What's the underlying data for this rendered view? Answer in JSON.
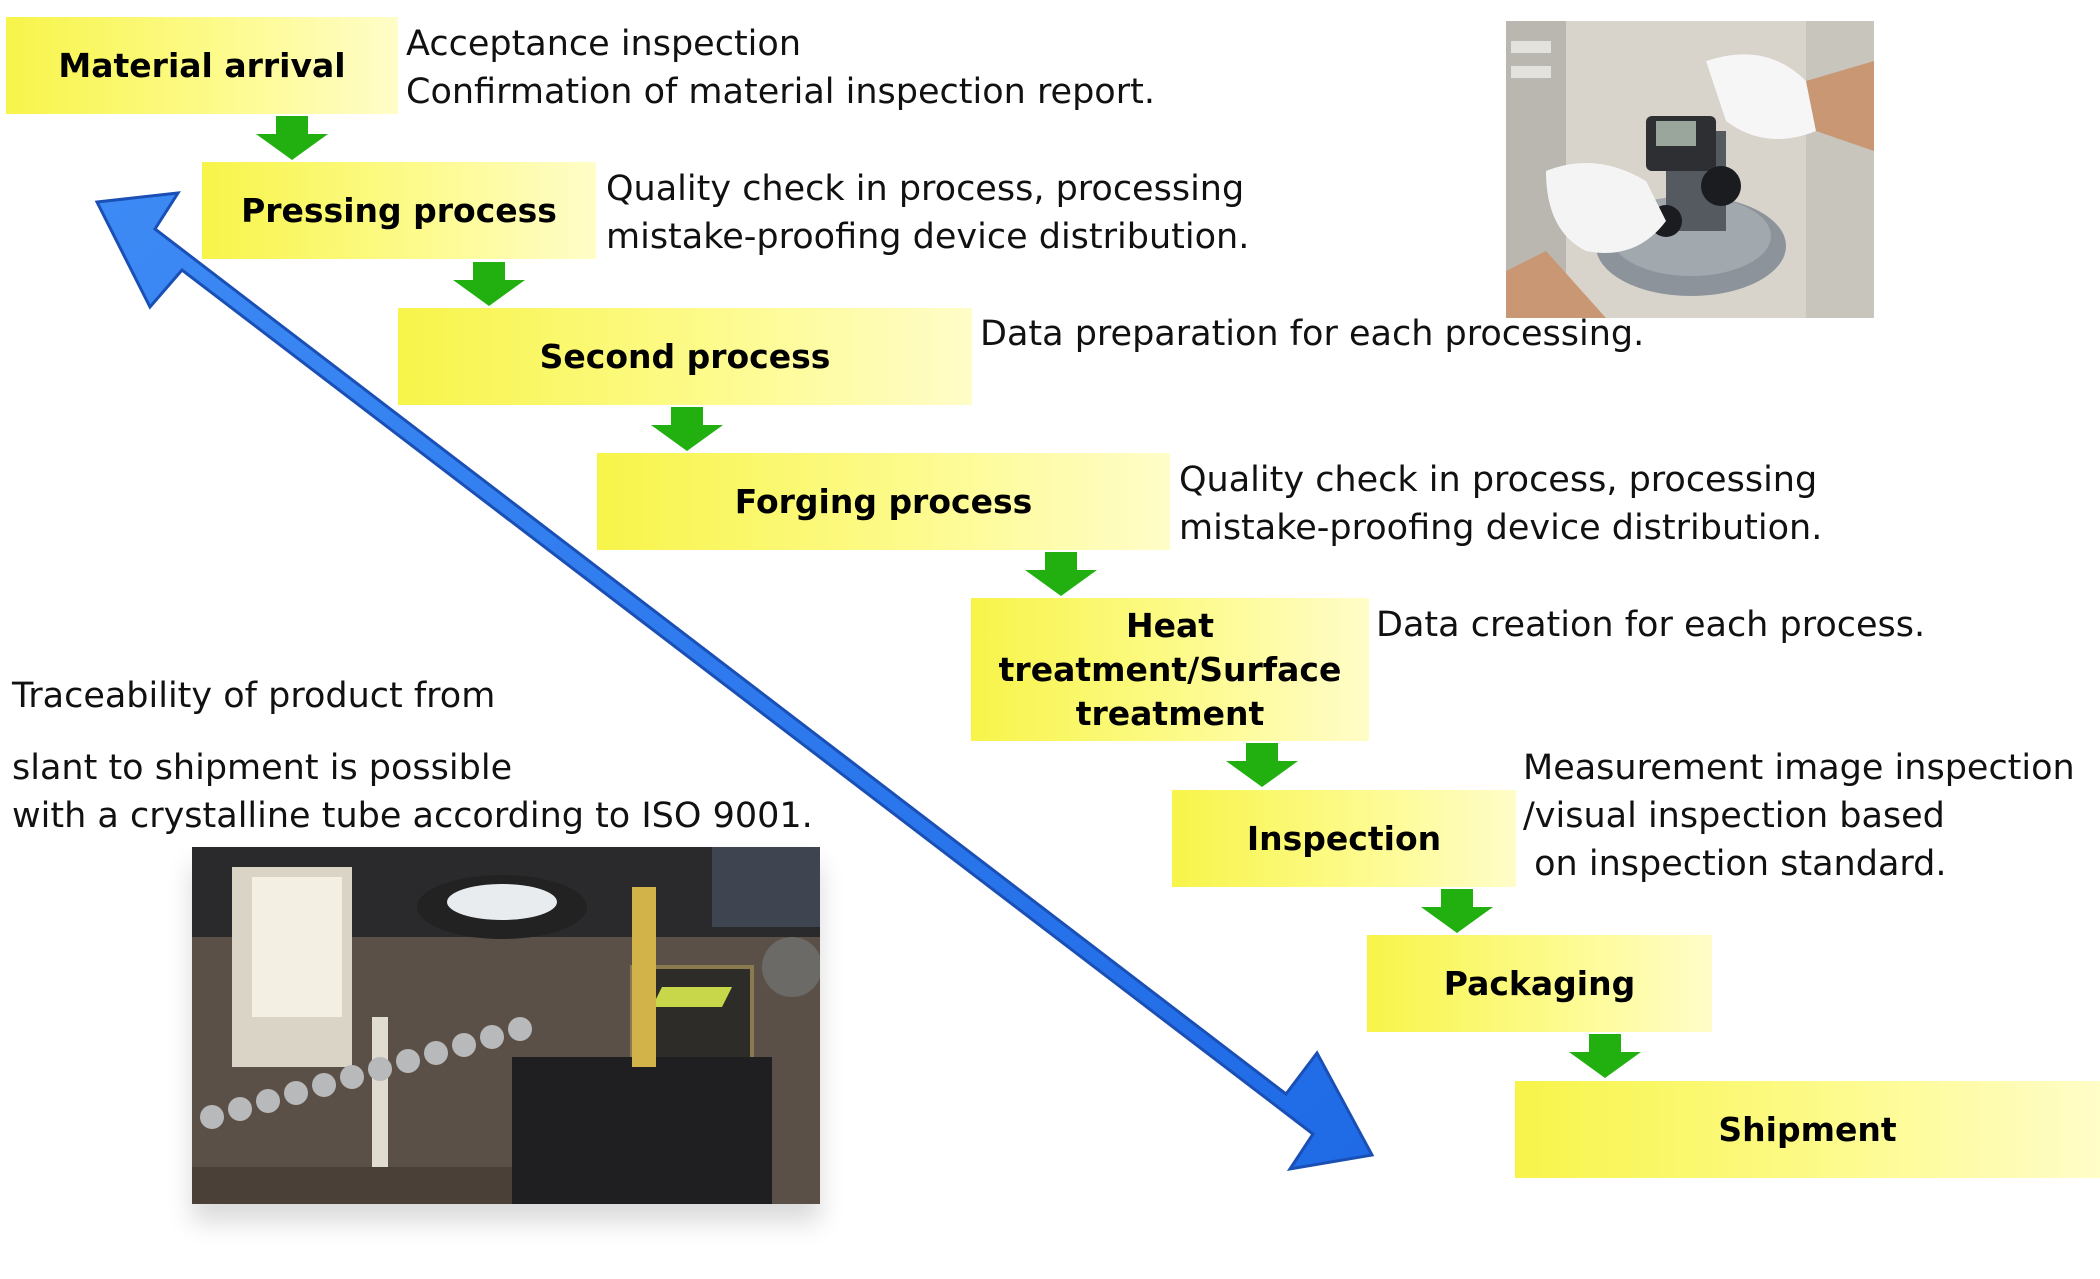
{
  "steps": [
    {
      "label": "Material arrival"
    },
    {
      "label": "Pressing process"
    },
    {
      "label": "Second process"
    },
    {
      "label": "Forging process"
    },
    {
      "label": "Heat treatment/Surface treatment"
    },
    {
      "label": "Inspection"
    },
    {
      "label": "Packaging"
    },
    {
      "label": "Shipment"
    }
  ],
  "notes": {
    "material": [
      "Acceptance inspection",
      "Confirmation of material inspection report."
    ],
    "pressing": [
      "Quality check in process, processing",
      "mistake-proofing device distribution."
    ],
    "second": [
      "Data preparation for each processing."
    ],
    "forging": [
      "Quality check in process, processing",
      "mistake-proofing device distribution."
    ],
    "heat": [
      "Data creation for each process."
    ],
    "inspection": [
      "Measurement image inspection",
      "/visual inspection based",
      " on inspection standard."
    ]
  },
  "traceability": {
    "line1": "Traceability of product from",
    "line2": "slant to shipment is possible",
    "line3": "with a crystalline tube according to ISO 9001."
  },
  "colors": {
    "box": "#f7f44a",
    "flow_arrow": "#22b010",
    "big_arrow": "#2f7cf0"
  }
}
